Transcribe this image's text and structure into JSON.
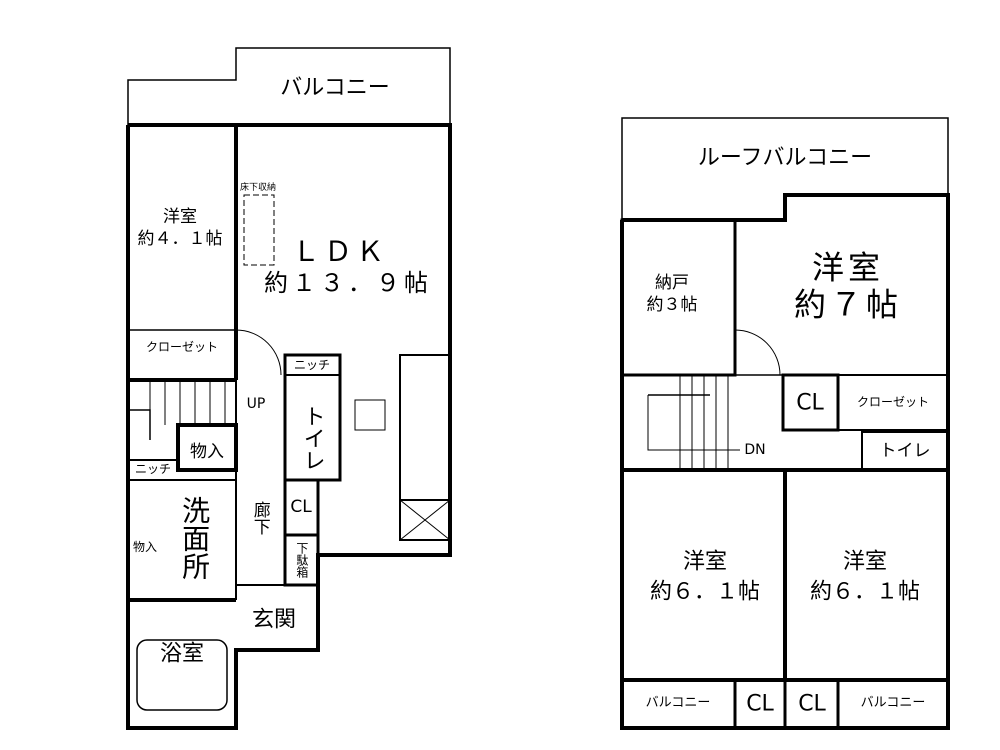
{
  "floor1": {
    "balcony": "バルコニー",
    "western_room": {
      "name": "洋室",
      "size": "約４．１帖"
    },
    "closet": "クローゼット",
    "underfloor_storage": "床下収納",
    "ldk": {
      "name": "ＬＤＫ",
      "size": "約１３．９帖"
    },
    "up": "UP",
    "storage": "物入",
    "niche_left": "ニッチ",
    "niche_toilet": "ニッチ",
    "toilet": "トイレ",
    "washroom": "洗面所",
    "small_storage": "物入",
    "hallway": "廊下",
    "cl": "CL",
    "shoe_box": "下駄箱",
    "entrance": "玄関",
    "bathroom": "浴室"
  },
  "floor2": {
    "roof_balcony": "ルーフバルコニー",
    "storeroom": {
      "name": "納戸",
      "size": "約３帖"
    },
    "western_room_large": {
      "name": "洋室",
      "size": "約７帖"
    },
    "cl": "CL",
    "closet": "クローゼット",
    "dn": "DN",
    "toilet": "トイレ",
    "western_room_left": {
      "name": "洋室",
      "size": "約６．１帖"
    },
    "western_room_right": {
      "name": "洋室",
      "size": "約６．１帖"
    },
    "balcony_left": "バルコニー",
    "cl_left": "CL",
    "cl_right": "CL",
    "balcony_right": "バルコニー"
  }
}
